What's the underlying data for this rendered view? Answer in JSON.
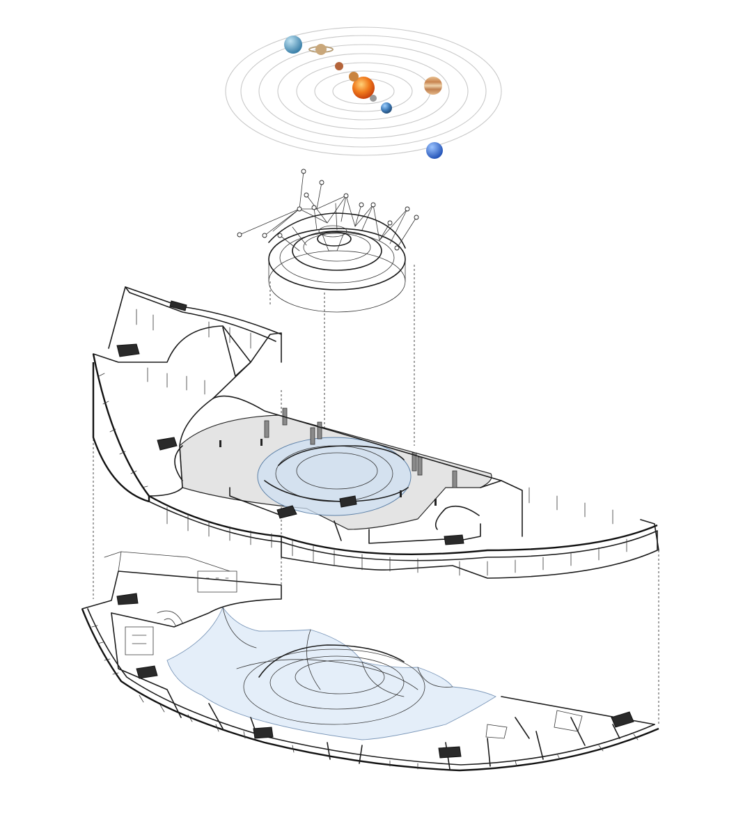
{
  "figure": {
    "type": "exploded axonometric architectural diagram",
    "colors": {
      "background": "#ffffff",
      "linework": "#1a1a1a",
      "orbit": "#c8c8c8",
      "floor_fill": "#e4e4e4",
      "tensile_membrane": "#cfe0f3",
      "sun": "#f07a1c",
      "earth": "#3e7bb8",
      "neptune": "#3f78d6",
      "jupiter": "#d8a066",
      "saturn": "#c9a77a",
      "mars": "#b4643a"
    },
    "layers": [
      {
        "name": "solar-system-orbits",
        "icons": [
          "sun-icon",
          "mercury-icon",
          "venus-icon",
          "earth-icon",
          "mars-icon",
          "jupiter-icon",
          "saturn-icon",
          "uranus-icon",
          "neptune-icon"
        ]
      },
      {
        "name": "canopy-sculpture"
      },
      {
        "name": "upper-level-shell"
      },
      {
        "name": "ground-floor-plan"
      }
    ]
  }
}
